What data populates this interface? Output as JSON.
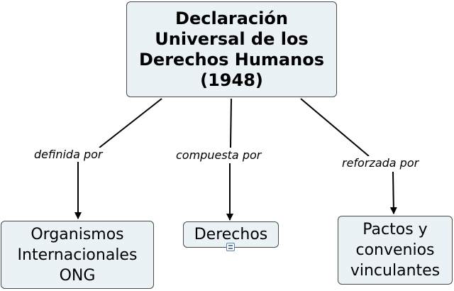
{
  "concept_map": {
    "main_concept": {
      "lines": [
        "Declaración",
        "Universal de los",
        "Derechos Humanos",
        "(1948)"
      ]
    },
    "links": [
      {
        "label": "definida por"
      },
      {
        "label": "compuesta por"
      },
      {
        "label": "reforzada por"
      }
    ],
    "concepts": [
      {
        "lines": [
          "Organismos",
          "Internacionales",
          "ONG"
        ]
      },
      {
        "lines": [
          "Derechos"
        ],
        "has_submap_icon": true
      },
      {
        "lines": [
          "Pactos y",
          "convenios",
          "vinculantes"
        ]
      }
    ]
  },
  "colors": {
    "node_fill": "#eaf2f6",
    "node_border": "#4b4b4b",
    "edge": "#000000"
  }
}
